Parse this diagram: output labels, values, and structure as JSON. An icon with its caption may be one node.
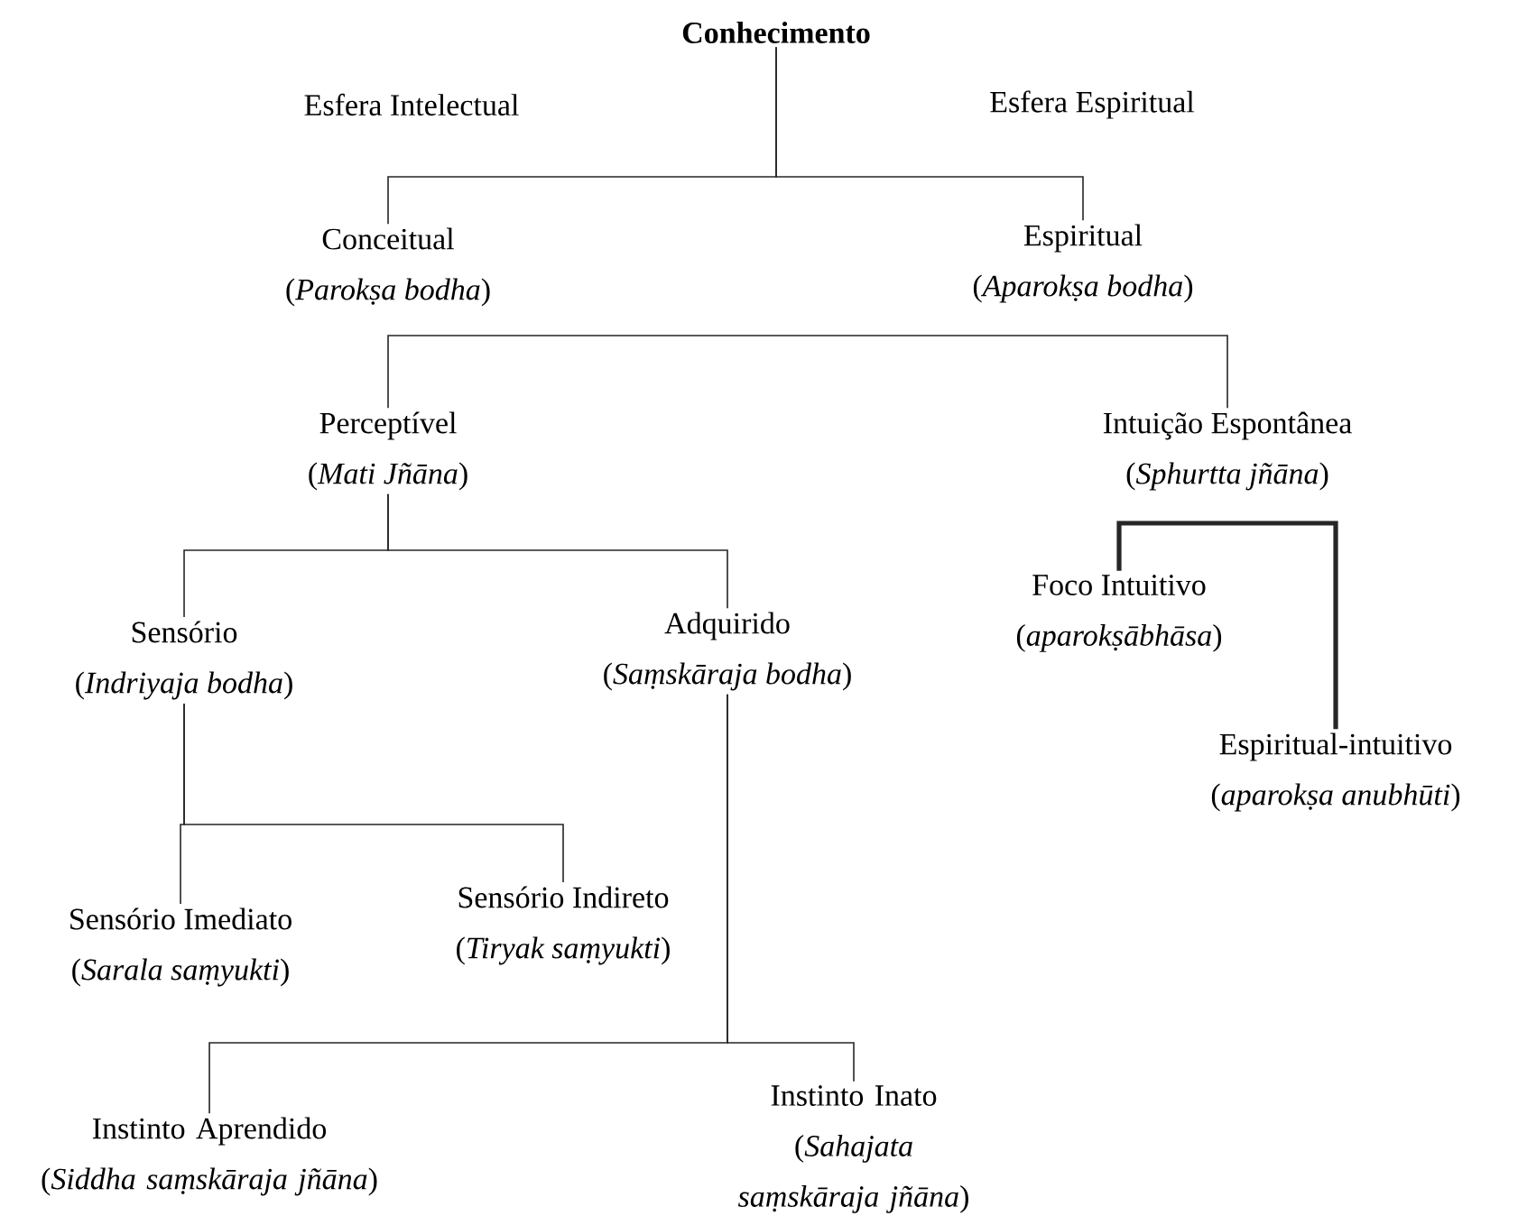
{
  "diagram": {
    "nodes": [
      {
        "text": [
          "Conhecimento"
        ]
      },
      {
        "text": [
          "Conceitual",
          "(*Parokṣa bodha*)"
        ]
      },
      {
        "text": [
          "Espiritual",
          "(*Aparokṣa bodha*)"
        ]
      },
      {
        "text": [
          "Perceptível",
          "(*Mati Jñāna*)"
        ]
      },
      {
        "text": [
          "Intuição Espontânea",
          "(*Sphurtta jñāna*)"
        ]
      },
      {
        "text": [
          "Foco Intuitivo",
          "(*aparokṣābhāsa*)"
        ]
      },
      {
        "text": [
          "Espiritual-intuitivo",
          "(*aparokṣa anubhūti*)"
        ]
      },
      {
        "text": [
          "Sensório",
          "(*Indriyaja bodha*)"
        ]
      },
      {
        "text": [
          "Adquirido",
          "(*Saṃskāraja bodha*)"
        ]
      },
      {
        "text": [
          "Sensório Imediato",
          "(*Sarala saṃyukti*)"
        ]
      },
      {
        "text": [
          "Sensório Indireto",
          "(*Tiryak saṃyukti*)"
        ]
      },
      {
        "text": [
          "Instinto Aprendido",
          "(*Siddha saṃskāraja jñāna*)"
        ]
      },
      {
        "text": [
          "Instinto Inato",
          "(*Sahajata saṃskāraja jñāna*)"
        ]
      }
    ],
    "edges": [
      {
        "from": 0,
        "to": 1,
        "arrow": "none"
      },
      {
        "from": 0,
        "to": 2,
        "arrow": "none"
      },
      {
        "from": 3,
        "to": 4,
        "arrow": "none"
      },
      {
        "from": 3,
        "to": 7,
        "arrow": "none"
      },
      {
        "from": 3,
        "to": 8,
        "arrow": "none"
      },
      {
        "from": 5,
        "to": 6,
        "arrow": "none",
        "style": "thick"
      },
      {
        "from": 7,
        "to": 9,
        "arrow": "none"
      },
      {
        "from": 7,
        "to": 10,
        "arrow": "none"
      },
      {
        "from": 8,
        "to": 11,
        "arrow": "none"
      },
      {
        "from": 8,
        "to": 12,
        "arrow": "none"
      }
    ],
    "labels": [
      "Esfera Intelectual",
      "Esfera Espiritual"
    ]
  }
}
